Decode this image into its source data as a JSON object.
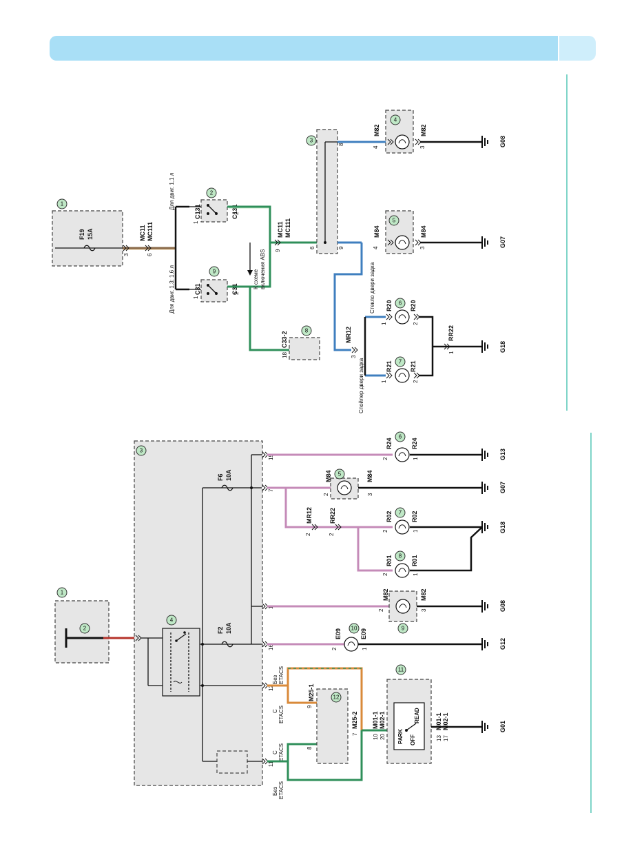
{
  "colors": {
    "header": "#a9dff6",
    "header_tab": "#cfeefb",
    "divider": "#7fd4c8",
    "callout_fill": "#bfe8c6",
    "wire_pink": "#c58bb8",
    "wire_blue": "#3f7fbf",
    "wire_green": "#2f8f5a",
    "wire_orange": "#d98a3a",
    "wire_red": "#b5322a"
  },
  "top": {
    "callouts": [
      "1",
      "2",
      "9",
      "8",
      "3",
      "5",
      "4",
      "6",
      "7"
    ],
    "fuse": {
      "name": "F19",
      "rating": "15A"
    },
    "connectors": {
      "mc11": "MC11",
      "mc111": "MC111",
      "c131": "C131",
      "c31": "C31",
      "c33_2": "C33-2",
      "m82": "M82",
      "m84": "M84",
      "mr12": "MR12",
      "r20": "R20",
      "r21": "R21",
      "rr22": "RR22"
    },
    "notes": {
      "eng_11": "Для двиг. 1,1 л",
      "eng_13": "Для двиг. 1,3; 1,6 л",
      "abs_1": "К схеме",
      "abs_2": "включения ABS",
      "glass": "Стекло двери задка",
      "spoiler": "Спойлер двери задка"
    },
    "pins": {
      "p3": "3",
      "p6": "6",
      "p1a": "1",
      "p2a": "2",
      "p1b": "1",
      "p2b": "2",
      "p9": "9",
      "p18": "18",
      "p6b": "6",
      "p9b": "9",
      "p8": "8",
      "p4a": "4",
      "p3a": "3",
      "p4b": "4",
      "p3b": "3",
      "p3c": "3",
      "p1c": "1",
      "p2c": "2",
      "p1d": "1",
      "p2d": "2",
      "p1e": "1"
    },
    "grounds": {
      "g08": "G08",
      "g07": "G07",
      "g18": "G18"
    }
  },
  "bottom": {
    "callouts": [
      "1",
      "2",
      "3",
      "4",
      "5",
      "6",
      "7",
      "8",
      "9",
      "10",
      "11",
      "12"
    ],
    "fuses": {
      "f6": "F6",
      "f6_rating": "10A",
      "f2": "F2",
      "f2_rating": "10A"
    },
    "connectors": {
      "r24": "R24",
      "m84": "M84",
      "mr12": "MR12",
      "rr22": "RR22",
      "r02": "R02",
      "r01": "R01",
      "m82": "M82",
      "e09": "E09",
      "m25_1": "M25-1",
      "m25_2": "M25-2",
      "m01_1": "M01-1",
      "m02_1": "M02-1"
    },
    "notes": {
      "bez": "Без",
      "s": "С",
      "etacs": "ETACS",
      "park": "PARK",
      "read": "READ",
      "off": "OFF"
    },
    "pins": {
      "p15": "15",
      "p7": "7",
      "p1": "1",
      "p16": "16",
      "p12": "12",
      "p11": "11",
      "p2a": "2",
      "p1a": "1",
      "p2b": "2",
      "p3b": "3",
      "p2c": "2",
      "p2d": "2",
      "p2e": "2",
      "p1e": "1",
      "p2f": "2",
      "p1f": "1",
      "p2g": "2",
      "p3g": "3",
      "p2h": "2",
      "p1h": "1",
      "p9": "9",
      "p8": "8",
      "p7b": "7",
      "p10": "10",
      "p20": "20",
      "p13": "13",
      "p17": "17"
    },
    "grounds": {
      "g13": "G13",
      "g07": "G07",
      "g18": "G18",
      "g08": "G08",
      "g12": "G12",
      "g01": "G01"
    }
  }
}
